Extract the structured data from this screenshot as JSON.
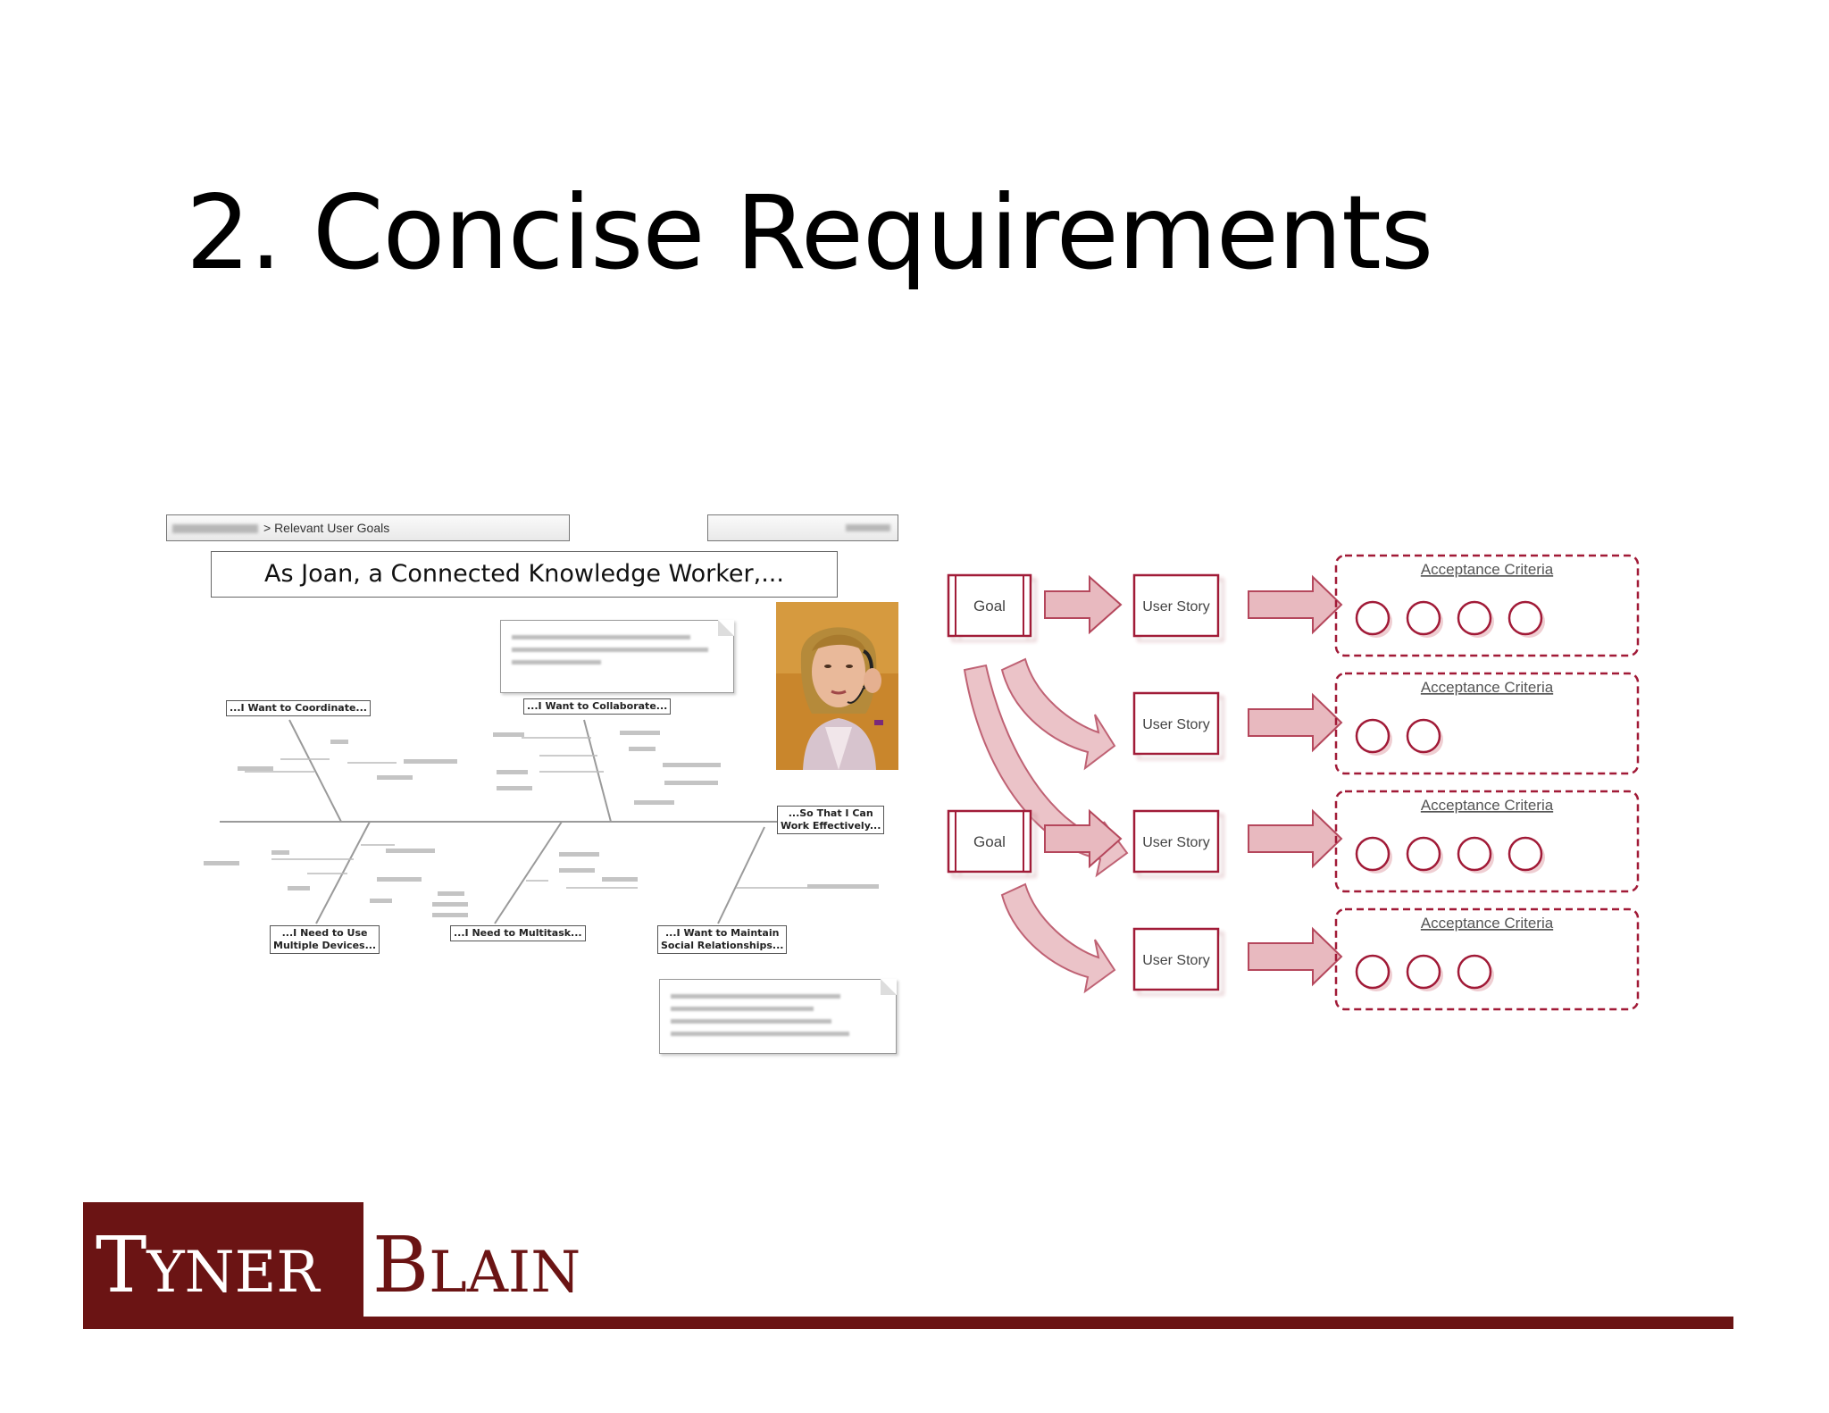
{
  "slide": {
    "title": "2. Concise Requirements"
  },
  "left_panel": {
    "breadcrumb": "> Relevant User Goals",
    "persona": "As Joan, a Connected Knowledge Worker,...",
    "goal_labels": {
      "coordinate": "...I Want to Coordinate...",
      "collaborate": "...I Want to Collaborate...",
      "so_that_line1": "...So That I Can",
      "so_that_line2": "Work Effectively...",
      "devices_line1": "...I Need to Use",
      "devices_line2": "Multiple Devices...",
      "multitask": "...I Need to Multitask...",
      "maintain_line1": "...I Want to Maintain",
      "maintain_line2": "Social Relationships..."
    }
  },
  "diagram": {
    "goals": [
      "Goal",
      "Goal"
    ],
    "stories": [
      "User Story",
      "User Story",
      "User Story",
      "User Story"
    ],
    "acceptance_label": "Acceptance Criteria",
    "criteria_counts": [
      4,
      2,
      4,
      3
    ],
    "colors": {
      "accent": "#a11a37",
      "arrow_fill": "#e8b9bf",
      "arrow_stroke": "#b5475c"
    }
  },
  "logo": {
    "word1_initial": "T",
    "word1_rest": "YNER",
    "word2_initial": "B",
    "word2_rest": "LAIN"
  }
}
